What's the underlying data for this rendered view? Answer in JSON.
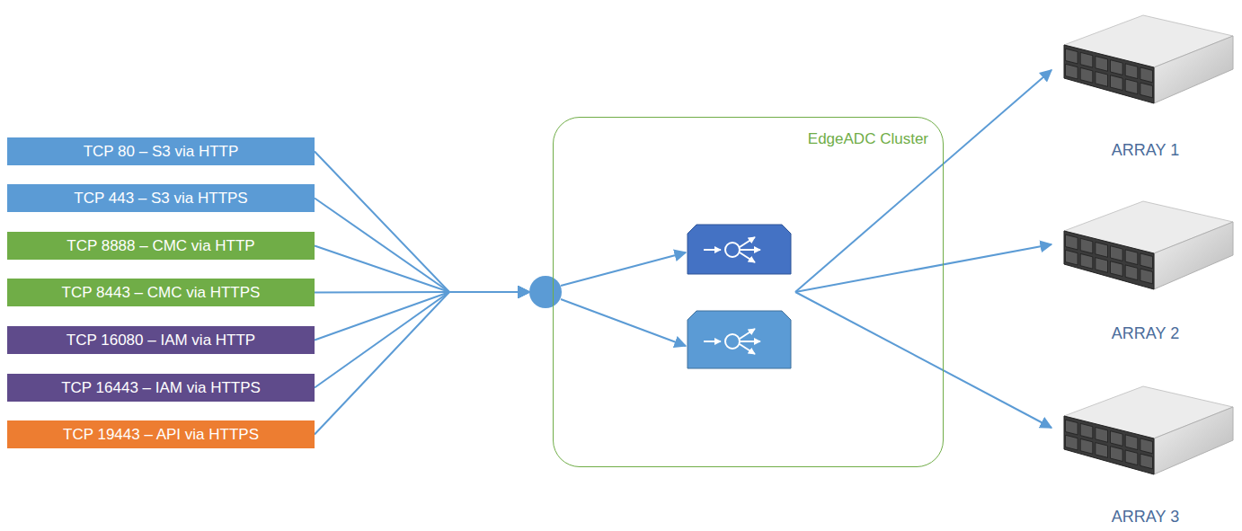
{
  "diagram": {
    "nodes": [
      {
        "text": [
          "TCP 80 – S3 via HTTP"
        ]
      },
      {
        "text": [
          "TCP 443 – S3 via HTTPS"
        ]
      },
      {
        "text": [
          "TCP 8888 – CMC via HTTP"
        ]
      },
      {
        "text": [
          "TCP 8443 – CMC via HTTPS"
        ]
      },
      {
        "text": [
          "TCP 16080 – IAM via HTTP"
        ]
      },
      {
        "text": [
          "TCP 16443 – IAM via HTTPS"
        ]
      },
      {
        "text": [
          "TCP 19443 – API via HTTPS"
        ]
      },
      {
        "text": [
          "EdgeADC Cluster"
        ]
      },
      {
        "text": [
          "ARRAY 1"
        ]
      },
      {
        "text": [
          "ARRAY 2"
        ]
      },
      {
        "text": [
          "ARRAY 3"
        ]
      }
    ],
    "edges": [
      {
        "from": 0,
        "to": 7,
        "arrow": "to"
      },
      {
        "from": 1,
        "to": 7,
        "arrow": "to"
      },
      {
        "from": 2,
        "to": 7,
        "arrow": "to"
      },
      {
        "from": 3,
        "to": 7,
        "arrow": "to"
      },
      {
        "from": 4,
        "to": 7,
        "arrow": "to"
      },
      {
        "from": 5,
        "to": 7,
        "arrow": "to"
      },
      {
        "from": 6,
        "to": 7,
        "arrow": "to"
      },
      {
        "from": 7,
        "to": 8,
        "arrow": "to"
      },
      {
        "from": 7,
        "to": 9,
        "arrow": "to"
      },
      {
        "from": 7,
        "to": 10,
        "arrow": "to"
      }
    ]
  }
}
